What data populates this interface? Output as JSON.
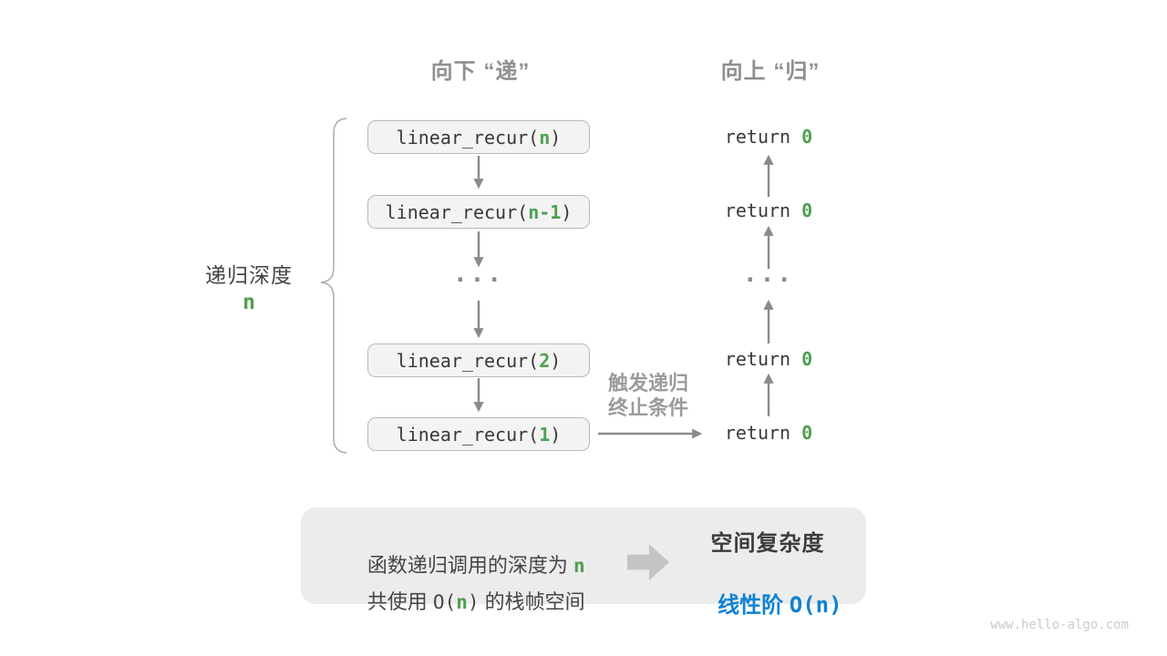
{
  "colors": {
    "green": "#4DA04F",
    "blue": "#0E82D3",
    "gray-heading": "#8F8F8F",
    "arrow": "#8A8A8A",
    "code-text": "#3A3A3A",
    "box-fill": "#F3F3F3",
    "box-border": "#B9B9B9",
    "panel-fill": "#ECECEC",
    "cjk-dark": "#454545",
    "label-gray": "#9B9B9B",
    "block-arrow": "#C4C4C4",
    "watermark": "#CBCBCB",
    "brace": "#ACACAC"
  },
  "headers": {
    "descend": "向下 “递”",
    "ascend": "向上 “归”"
  },
  "depth": {
    "label": "递归深度",
    "value": "n"
  },
  "calls": {
    "items": [
      {
        "prefix": "linear_recur(",
        "arg": "n",
        "suffix": ")"
      },
      {
        "prefix": "linear_recur(",
        "arg": "n-1",
        "suffix": ")"
      },
      {
        "prefix": "linear_recur(",
        "arg": "2",
        "suffix": ")"
      },
      {
        "prefix": "linear_recur(",
        "arg": "1",
        "suffix": ")"
      }
    ],
    "ellipsis": "..."
  },
  "returns": {
    "prefix": "return ",
    "value": "0",
    "ellipsis": "..."
  },
  "base_case": {
    "line1": "触发递归",
    "line2": "终止条件"
  },
  "summary": {
    "line1_text": "函数递归调用的深度为 ",
    "line1_value": "n",
    "line2_pre": "共使用 ",
    "line2_code_open": "O(",
    "line2_code_value": "n",
    "line2_code_close": ")",
    "line2_post": " 的栈帧空间",
    "result_title": "空间复杂度",
    "result_prefix": "线性阶 ",
    "result_value": "O(n)"
  },
  "watermark": "www.hello-algo.com"
}
